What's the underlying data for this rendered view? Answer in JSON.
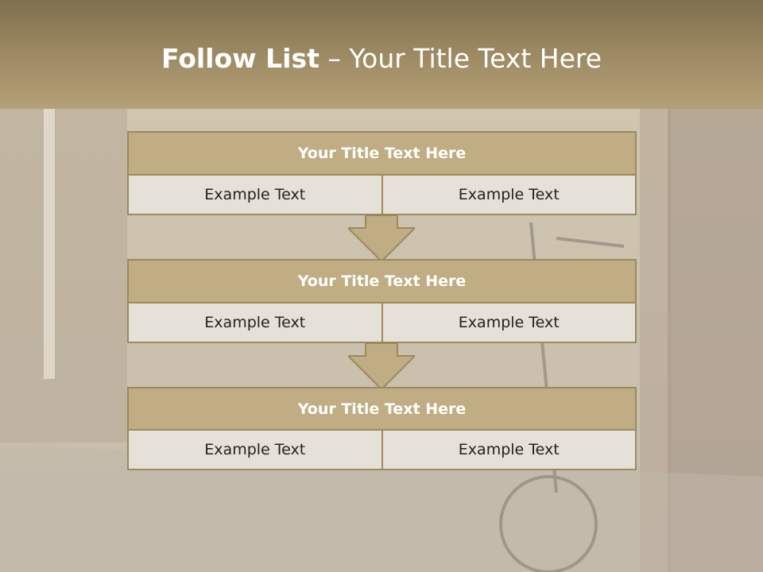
{
  "slide": {
    "title_bold": "Follow List",
    "title_rest": " – Your Title Text Here"
  },
  "rows": [
    {
      "title": "Your Title Text Here",
      "left": "Example Text",
      "right": "Example Text"
    },
    {
      "title": "Your Title Text Here",
      "left": "Example Text",
      "right": "Example Text"
    },
    {
      "title": "Your Title Text Here",
      "left": "Example Text",
      "right": "Example Text"
    }
  ],
  "colors": {
    "header": "#9d8a63",
    "row_title": "#c1ad84",
    "cell": "#e6e1d8",
    "border": "#9a8a5e",
    "arrow": "#c1ad84"
  }
}
